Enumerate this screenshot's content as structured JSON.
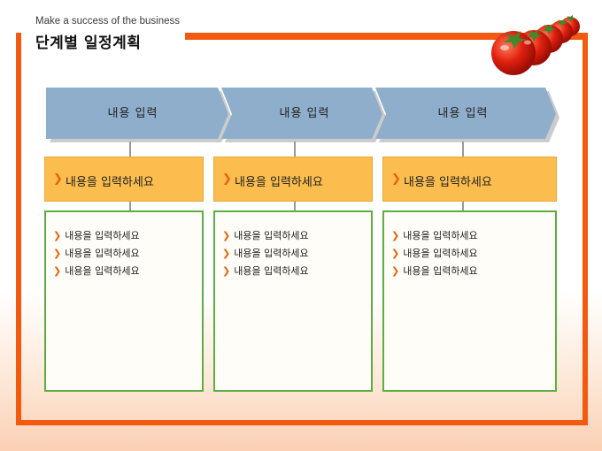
{
  "header": {
    "tagline": "Make a success of the business",
    "title": "단계별 일정계획"
  },
  "colors": {
    "accent": "#f15a0f",
    "arrow_fill": "#8eaecb",
    "orange_box": "#fbbd4d",
    "green_border": "#5cae43"
  },
  "steps": [
    {
      "arrow_label": "내용 입력",
      "heading": "내용을 입력하세요",
      "items": [
        "내용을 입력하세요",
        "내용을 입력하세요",
        "내용을 입력하세요"
      ]
    },
    {
      "arrow_label": "내용 입력",
      "heading": "내용을 입력하세요",
      "items": [
        "내용을 입력하세요",
        "내용을 입력하세요",
        "내용을 입력하세요"
      ]
    },
    {
      "arrow_label": "내용 입력",
      "heading": "내용을 입력하세요",
      "items": [
        "내용을 입력하세요",
        "내용을 입력하세요",
        "내용을 입력하세요"
      ]
    }
  ]
}
